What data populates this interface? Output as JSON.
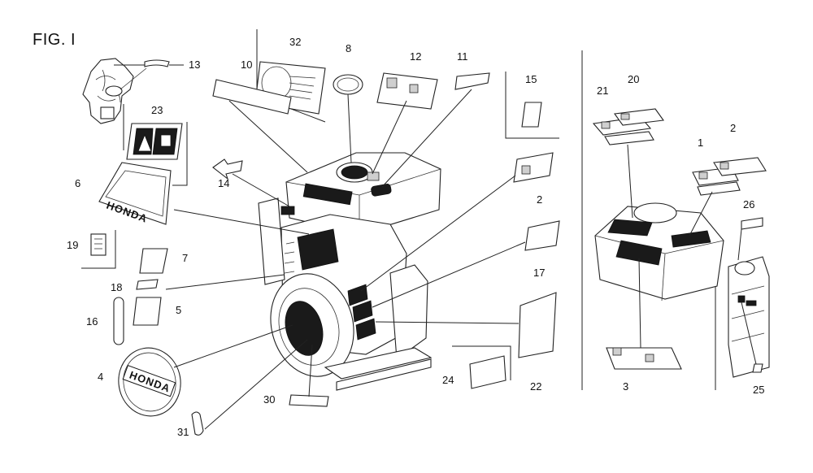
{
  "figure": {
    "title": "FIG. I"
  },
  "logos": {
    "emblem_text": "HONDA",
    "plate_text": "HONDA"
  },
  "callouts": [
    {
      "id": "c32",
      "label": "32"
    },
    {
      "id": "c8",
      "label": "8"
    },
    {
      "id": "c10",
      "label": "10"
    },
    {
      "id": "c12",
      "label": "12"
    },
    {
      "id": "c11",
      "label": "11"
    },
    {
      "id": "c13",
      "label": "13"
    },
    {
      "id": "c23",
      "label": "23"
    },
    {
      "id": "c6",
      "label": "6"
    },
    {
      "id": "c14",
      "label": "14"
    },
    {
      "id": "c15",
      "label": "15"
    },
    {
      "id": "c2a",
      "label": "2"
    },
    {
      "id": "c17",
      "label": "17"
    },
    {
      "id": "c19",
      "label": "19"
    },
    {
      "id": "c7",
      "label": "7"
    },
    {
      "id": "c18",
      "label": "18"
    },
    {
      "id": "c16",
      "label": "16"
    },
    {
      "id": "c5",
      "label": "5"
    },
    {
      "id": "c4",
      "label": "4"
    },
    {
      "id": "c22",
      "label": "22"
    },
    {
      "id": "c24",
      "label": "24"
    },
    {
      "id": "c30",
      "label": "30"
    },
    {
      "id": "c31",
      "label": "31"
    },
    {
      "id": "c21",
      "label": "21"
    },
    {
      "id": "c20",
      "label": "20"
    },
    {
      "id": "c1",
      "label": "1"
    },
    {
      "id": "c2b",
      "label": "2"
    },
    {
      "id": "c26",
      "label": "26"
    },
    {
      "id": "c3",
      "label": "3"
    },
    {
      "id": "c25",
      "label": "25"
    }
  ]
}
